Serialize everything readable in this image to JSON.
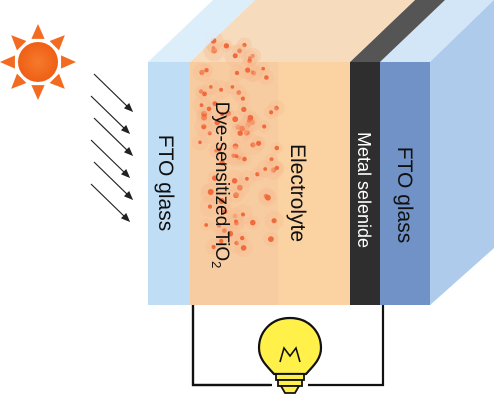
{
  "labels": {
    "fto_left": "FTO glass",
    "dye_tio2_prefix": "Dye-sensitized TiO",
    "dye_tio2_subscript": "2",
    "electrolyte": "Electrolyte",
    "metal_selenide": "Metal selenide",
    "fto_right": "FTO glass"
  },
  "icons": {
    "sun": "sun-icon",
    "light_rays": "light-rays-icon",
    "bulb": "light-bulb-icon",
    "circuit": "external-circuit-wire"
  },
  "colors": {
    "sun": "#f26b21",
    "fto_glass": "#bcdcf5",
    "fto_glass_side": "#d8ebfa",
    "dye_layer": "#f5c9a4",
    "particles": "#f06a3c",
    "electrolyte": "#fbd2a2",
    "metal_selenide": "#2e2e2e",
    "fto_right_front": "#6f93c8",
    "bulb": "#fff04a",
    "wire": "#111111"
  }
}
